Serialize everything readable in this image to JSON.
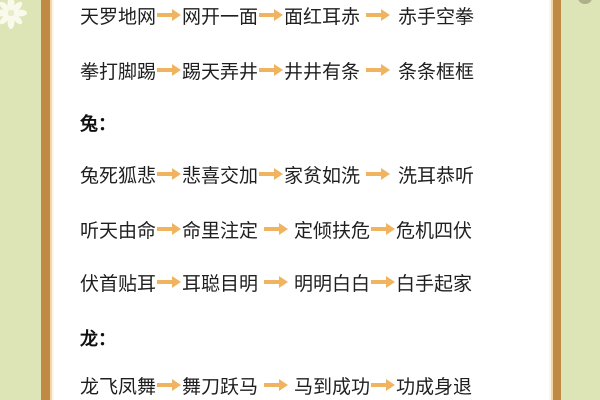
{
  "colors": {
    "background_green": "#dde4b5",
    "frame_brown": "#c08a45",
    "arrow_orange": "#f0b461",
    "text": "#1f1f1f"
  },
  "sections": [
    {
      "heading": null,
      "rows": [
        {
          "idioms": [
            "天罗地网",
            "网开一面",
            "面红耳赤",
            "赤手空拳"
          ]
        },
        {
          "idioms": [
            "拳打脚踢",
            "踢天弄井",
            "井井有条",
            "条条框框"
          ]
        }
      ]
    },
    {
      "heading": "兔：",
      "rows": [
        {
          "idioms": [
            "兔死狐悲",
            "悲喜交加",
            "家贫如洗",
            "洗耳恭听"
          ]
        },
        {
          "idioms": [
            "听天由命",
            "命里注定",
            "定倾扶危",
            "危机四伏"
          ]
        },
        {
          "idioms": [
            "伏首贴耳",
            "耳聪目明",
            "明明白白",
            "白手起家"
          ]
        }
      ]
    },
    {
      "heading": "龙：",
      "rows": [
        {
          "idioms": [
            "龙飞凤舞",
            "舞刀跃马",
            "马到成功",
            "功成身退"
          ]
        }
      ]
    }
  ],
  "icons": {
    "arrow": "arrow-right-icon",
    "decoration": "flower-icon"
  }
}
